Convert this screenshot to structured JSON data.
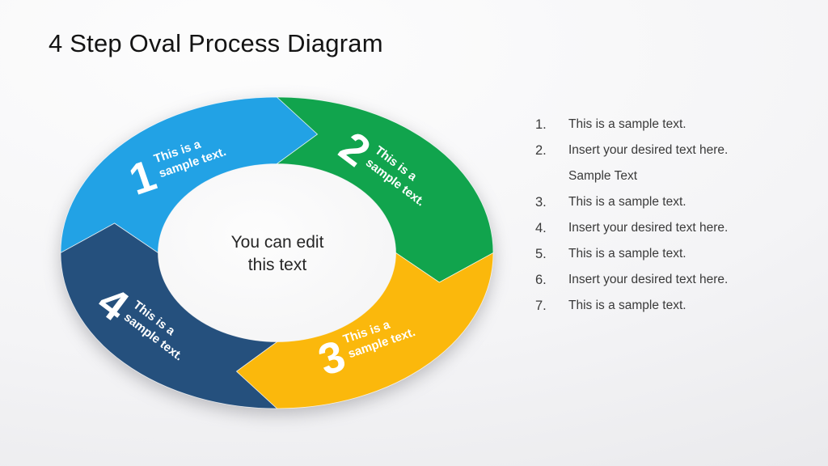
{
  "slide": {
    "title": "4 Step Oval Process Diagram"
  },
  "diagram": {
    "center": {
      "line1": "You can edit",
      "line2": "this text"
    },
    "steps": [
      {
        "number": "1",
        "label_line1": "This is a",
        "label_line2": "sample text.",
        "color": "#22A2E5"
      },
      {
        "number": "2",
        "label_line1": "This is a",
        "label_line2": "sample text.",
        "color": "#11A44D"
      },
      {
        "number": "3",
        "label_line1": "This is a",
        "label_line2": "sample text.",
        "color": "#FBB80C"
      },
      {
        "number": "4",
        "label_line1": "This is a",
        "label_line2": "sample text.",
        "color": "#25507D"
      }
    ]
  },
  "notes": {
    "items": [
      {
        "number": "1.",
        "text": "This is a sample text."
      },
      {
        "number": "2.",
        "text": "Insert your desired text here. Sample Text"
      },
      {
        "number": "3.",
        "text": "This is a sample text."
      },
      {
        "number": "4.",
        "text": "Insert your desired text here."
      },
      {
        "number": "5.",
        "text": "This is a sample text."
      },
      {
        "number": "6.",
        "text": "Insert your desired text here."
      },
      {
        "number": "7.",
        "text": "This is a sample text."
      }
    ]
  }
}
